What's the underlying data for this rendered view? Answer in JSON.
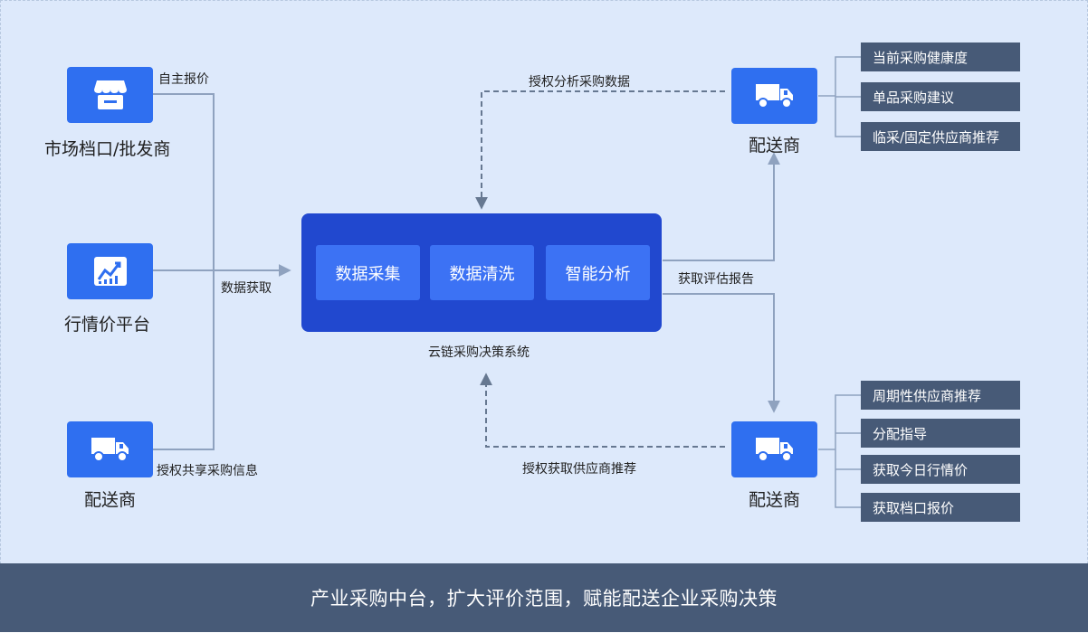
{
  "sources": [
    {
      "label": "市场档口/批发商",
      "icon": "store-icon"
    },
    {
      "label": "行情价平台",
      "icon": "trend-chart-icon"
    },
    {
      "label": "配送商",
      "icon": "delivery-truck-icon"
    }
  ],
  "edge_labels": {
    "self_quote": "自主报价",
    "data_fetch": "数据获取",
    "authorize_share": "授权共享采购信息",
    "authorize_analysis": "授权分析采购数据",
    "get_report": "获取评估报告",
    "authorize_recommend": "授权获取供应商推荐"
  },
  "core": {
    "modules": [
      "数据采集",
      "数据清洗",
      "智能分析"
    ],
    "caption": "云链采购决策系统"
  },
  "distributor_top": {
    "label": "配送商",
    "icon": "delivery-truck-icon",
    "tags": [
      "当前采购健康度",
      "单品采购建议",
      "临采/固定供应商推荐"
    ]
  },
  "distributor_bottom": {
    "label": "配送商",
    "icon": "delivery-truck-icon",
    "tags": [
      "周期性供应商推荐",
      "分配指导",
      "获取今日行情价",
      "获取档口报价"
    ]
  },
  "footer": "产业采购中台，扩大评价范围，赋能配送企业采购决策",
  "colors": {
    "accent": "#2f6ff0",
    "core": "#2148cf",
    "module": "#3c72f4",
    "tag": "#475a77",
    "background": "#dde9fb"
  }
}
